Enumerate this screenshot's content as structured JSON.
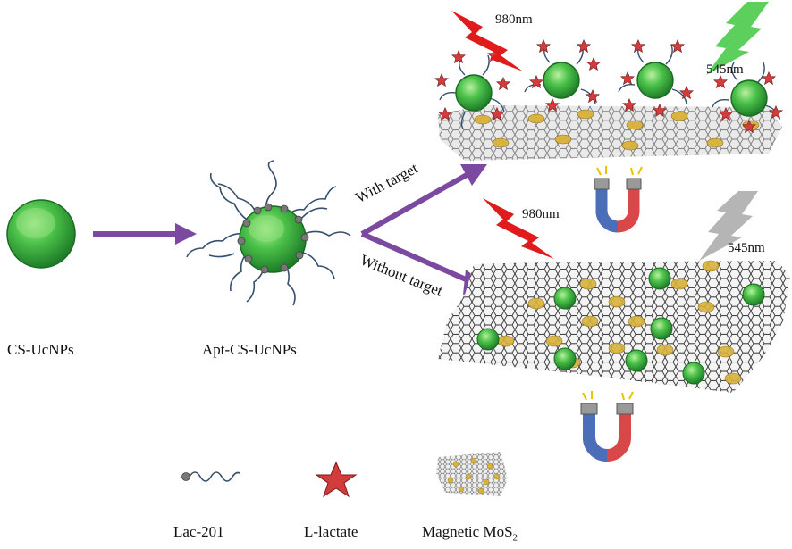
{
  "labels": {
    "cs_ucnps": "CS-UcNPs",
    "apt_cs_ucnps": "Apt-CS-UcNPs",
    "with_target": "With  target",
    "without_target": "Without  target",
    "excitation_top": "980nm",
    "emission_top": "545nm",
    "excitation_bottom": "980nm",
    "emission_bottom": "545nm"
  },
  "legend": [
    {
      "icon": "aptamer-strand-icon",
      "label": "Lac-201"
    },
    {
      "icon": "star-icon",
      "label": "L-lactate"
    },
    {
      "icon": "mos2-sheet-icon",
      "label": "Magnetic MoS",
      "subscript": "2"
    }
  ],
  "colors": {
    "nanoparticle": "#2fae3a",
    "arrow": "#7b4aa0",
    "laser": "#e01b1b",
    "emission_on": "#5ccf5c",
    "emission_off": "#b5b5b5",
    "star": "#d23c3c",
    "mos2_dot": "#d9b23a",
    "magnet_red": "#d94848",
    "magnet_blue": "#4a6fb8"
  }
}
